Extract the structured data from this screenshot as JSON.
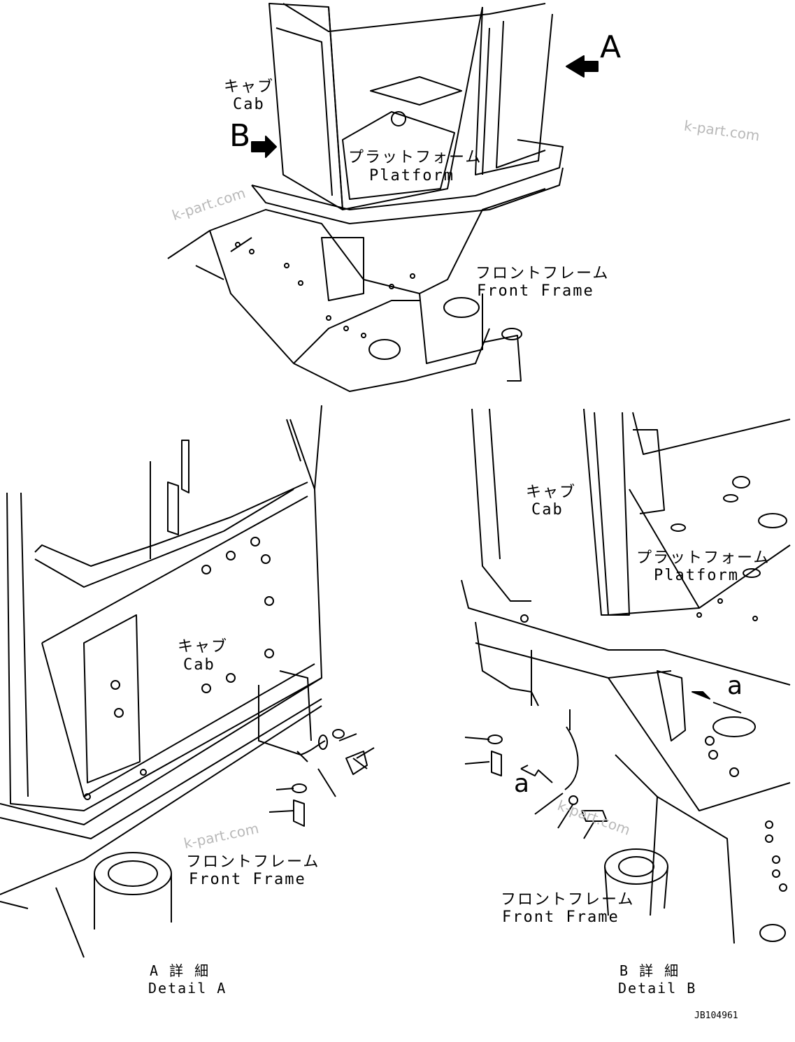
{
  "top_view": {
    "cab_jp": "キャブ",
    "cab_en": "Cab",
    "platform_jp": "プラットフォーム",
    "platform_en": "Platform",
    "front_frame_jp": "フロントフレーム",
    "front_frame_en": "Front Frame",
    "arrow_a": "A",
    "arrow_b": "B"
  },
  "detail_a": {
    "cab_jp": "キャブ",
    "cab_en": "Cab",
    "front_frame_jp": "フロントフレーム",
    "front_frame_en": "Front Frame",
    "caption_jp": "A 詳 細",
    "caption_en": "Detail A"
  },
  "detail_b": {
    "cab_jp": "キャブ",
    "cab_en": "Cab",
    "platform_jp": "プラットフォーム",
    "platform_en": "Platform",
    "front_frame_jp": "フロントフレーム",
    "front_frame_en": "Front Frame",
    "marker_a1": "a",
    "marker_a2": "a",
    "caption_jp": "B 詳 細",
    "caption_en": "Detail B"
  },
  "watermarks": [
    "k-part.com",
    "k-part.com",
    "k-part.com",
    "k-part.com"
  ],
  "drawing_code": "JB104961"
}
